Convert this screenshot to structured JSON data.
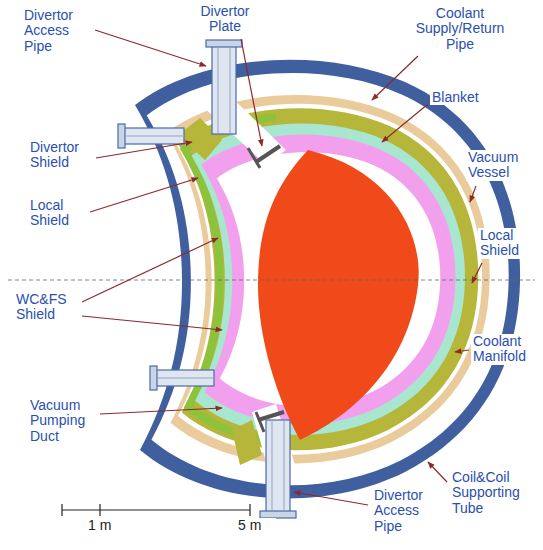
{
  "diagram": {
    "labels": [
      "Divertor Access Pipe",
      "Divertor Plate",
      "Coolant Supply/Return Pipe",
      "Blanket",
      "Vacuum Vessel",
      "Divertor Shield",
      "Local Shield",
      "Local Shield",
      "WC&FS Shield",
      "Coolant Manifold",
      "Vacuum Pumping Duct",
      "Divertor Access Pipe",
      "Coil&Coil Supporting Tube",
      "1 m",
      "5 m"
    ]
  }
}
